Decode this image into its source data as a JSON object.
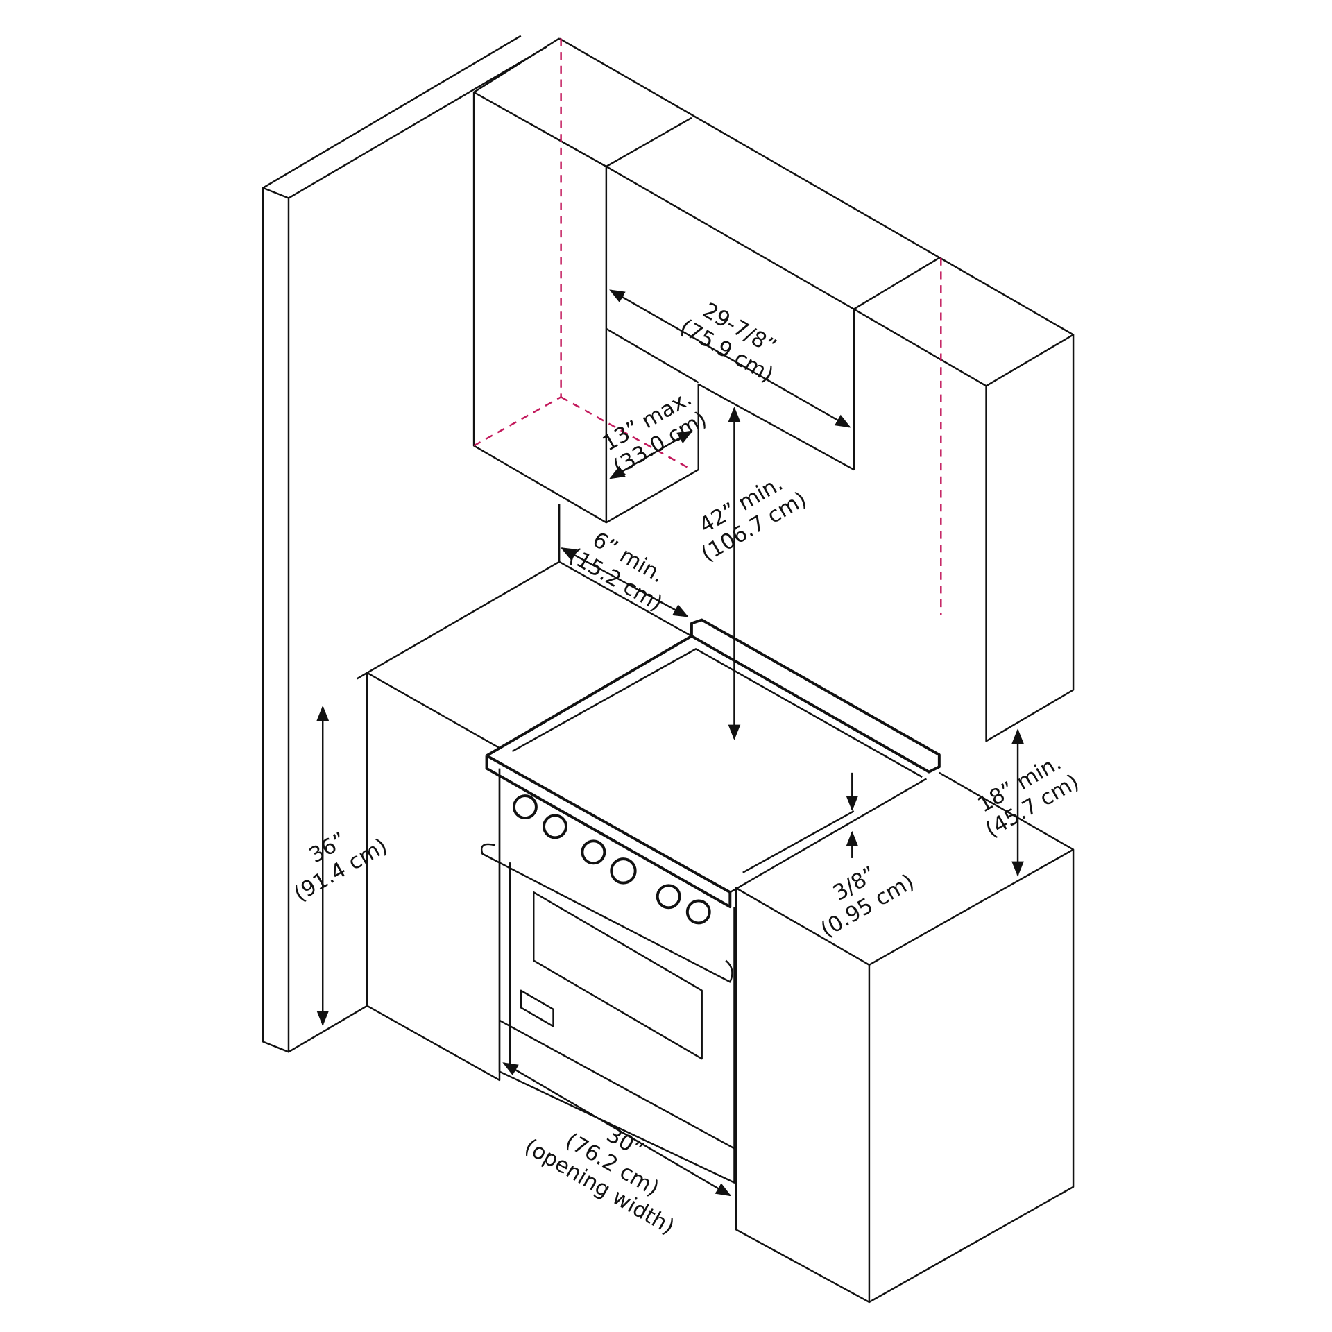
{
  "dimensions": {
    "hood_width": {
      "imperial": "29-7/8”",
      "metric": "(75.9 cm)"
    },
    "hood_depth": {
      "imperial": "13” max.",
      "metric": "(33.0 cm)"
    },
    "hood_height": {
      "imperial": "42” min.",
      "metric": "(106.7 cm)"
    },
    "side_clearance": {
      "imperial": "6” min.",
      "metric": "(15.2 cm)"
    },
    "counter_height": {
      "imperial": "36”",
      "metric": "(91.4 cm)"
    },
    "cabinet_clearance": {
      "imperial": "18” min.",
      "metric": "(45.7 cm)"
    },
    "flush_offset": {
      "imperial": "3/8”",
      "metric": "(0.95 cm)"
    },
    "opening_width": {
      "imperial": "30”",
      "metric": "(76.2 cm)",
      "note": "(opening width)"
    }
  },
  "colors": {
    "line": "#111111",
    "centerline": "#c2185b"
  }
}
